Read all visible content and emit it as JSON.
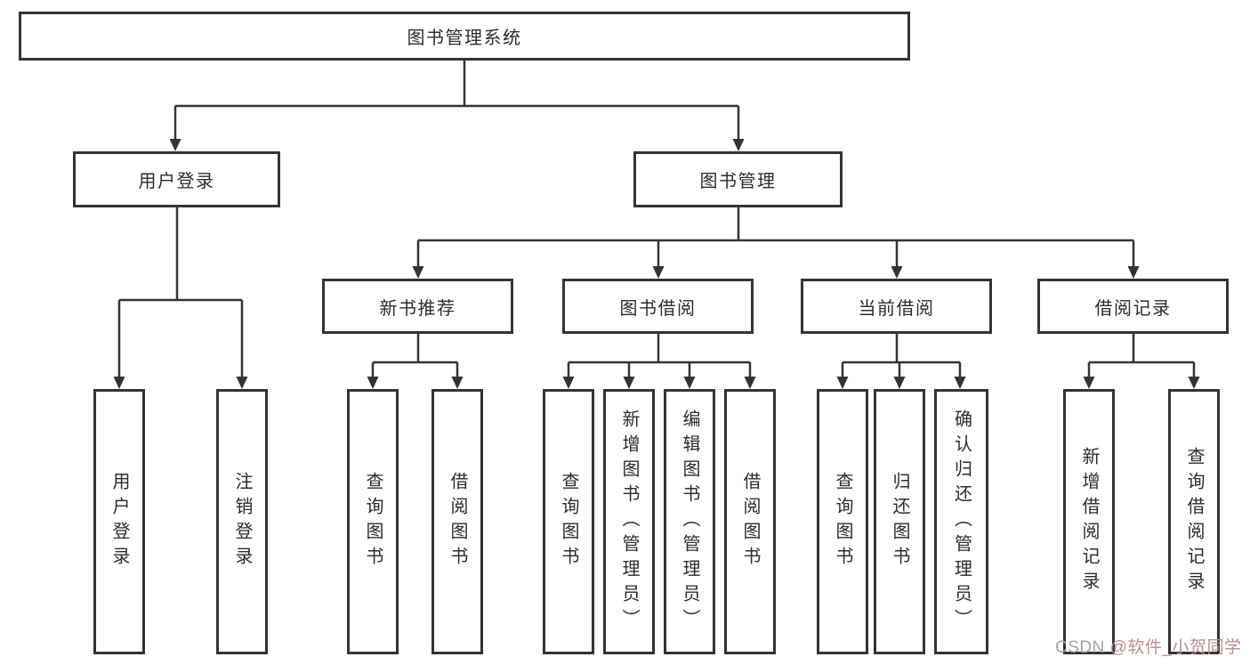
{
  "diagram": {
    "root": {
      "label": "图书管理系统"
    },
    "branches": [
      {
        "label": "用户登录",
        "children": [
          {
            "label": "用户登录"
          },
          {
            "label": "注销登录"
          }
        ]
      },
      {
        "label": "图书管理",
        "groups": [
          {
            "label": "新书推荐",
            "children": [
              {
                "label": "查询图书"
              },
              {
                "label": "借阅图书"
              }
            ]
          },
          {
            "label": "图书借阅",
            "children": [
              {
                "label": "查询图书"
              },
              {
                "label": "新增图书（管理员）"
              },
              {
                "label": "编辑图书（管理员）"
              },
              {
                "label": "借阅图书"
              }
            ]
          },
          {
            "label": "当前借阅",
            "children": [
              {
                "label": "查询图书"
              },
              {
                "label": "归还图书"
              },
              {
                "label": "确认归还（管理员）"
              }
            ]
          },
          {
            "label": "借阅记录",
            "children": [
              {
                "label": "新增借阅记录"
              },
              {
                "label": "查询借阅记录"
              }
            ]
          }
        ]
      }
    ]
  },
  "watermark": {
    "prefix": "CSDN ",
    "handle": "@软件_小贺同学"
  },
  "colors": {
    "line": "#343434",
    "box_border": "#343434",
    "text": "#2c2c2c",
    "background": "#ffffff",
    "watermark_gray": "#a0a5ab",
    "watermark_red": "#bb8d90"
  }
}
